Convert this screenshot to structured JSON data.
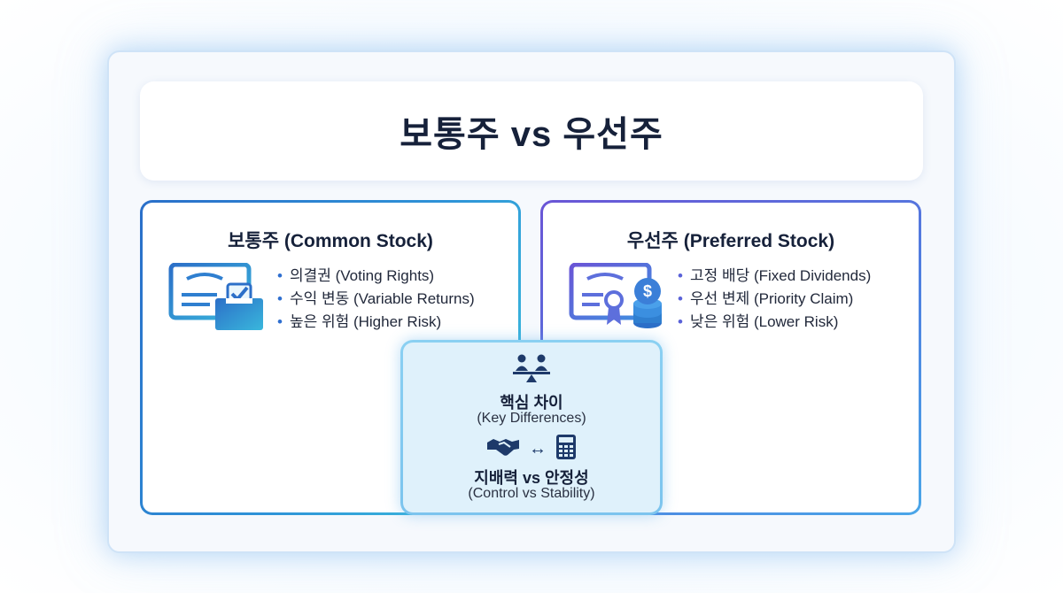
{
  "title": "보통주 vs 우선주",
  "common": {
    "title": "보통주 (Common Stock)",
    "icon": "certificate-ballot-icon",
    "features": [
      "의결권 (Voting Rights)",
      "수익 변동 (Variable Returns)",
      "높은 위험 (Higher Risk)"
    ]
  },
  "preferred": {
    "title": "우선주 (Preferred Stock)",
    "icon": "certificate-coins-icon",
    "features": [
      "고정 배당 (Fixed Dividends)",
      "우선 변제 (Priority Claim)",
      "낮은 위험 (Lower Risk)"
    ]
  },
  "center": {
    "heading": "핵심 차이",
    "heading_en": "(Key Differences)",
    "subheading": "지배력 vs 안정성",
    "subheading_en": "(Control vs Stability)",
    "icons": [
      "balance-scale-icon",
      "handshake-icon",
      "calculator-icon"
    ],
    "arrow": "↔"
  },
  "colors": {
    "common_accent": "#2a6fc9",
    "preferred_accent": "#6a55d6",
    "center_accent": "#7cc4ee"
  }
}
